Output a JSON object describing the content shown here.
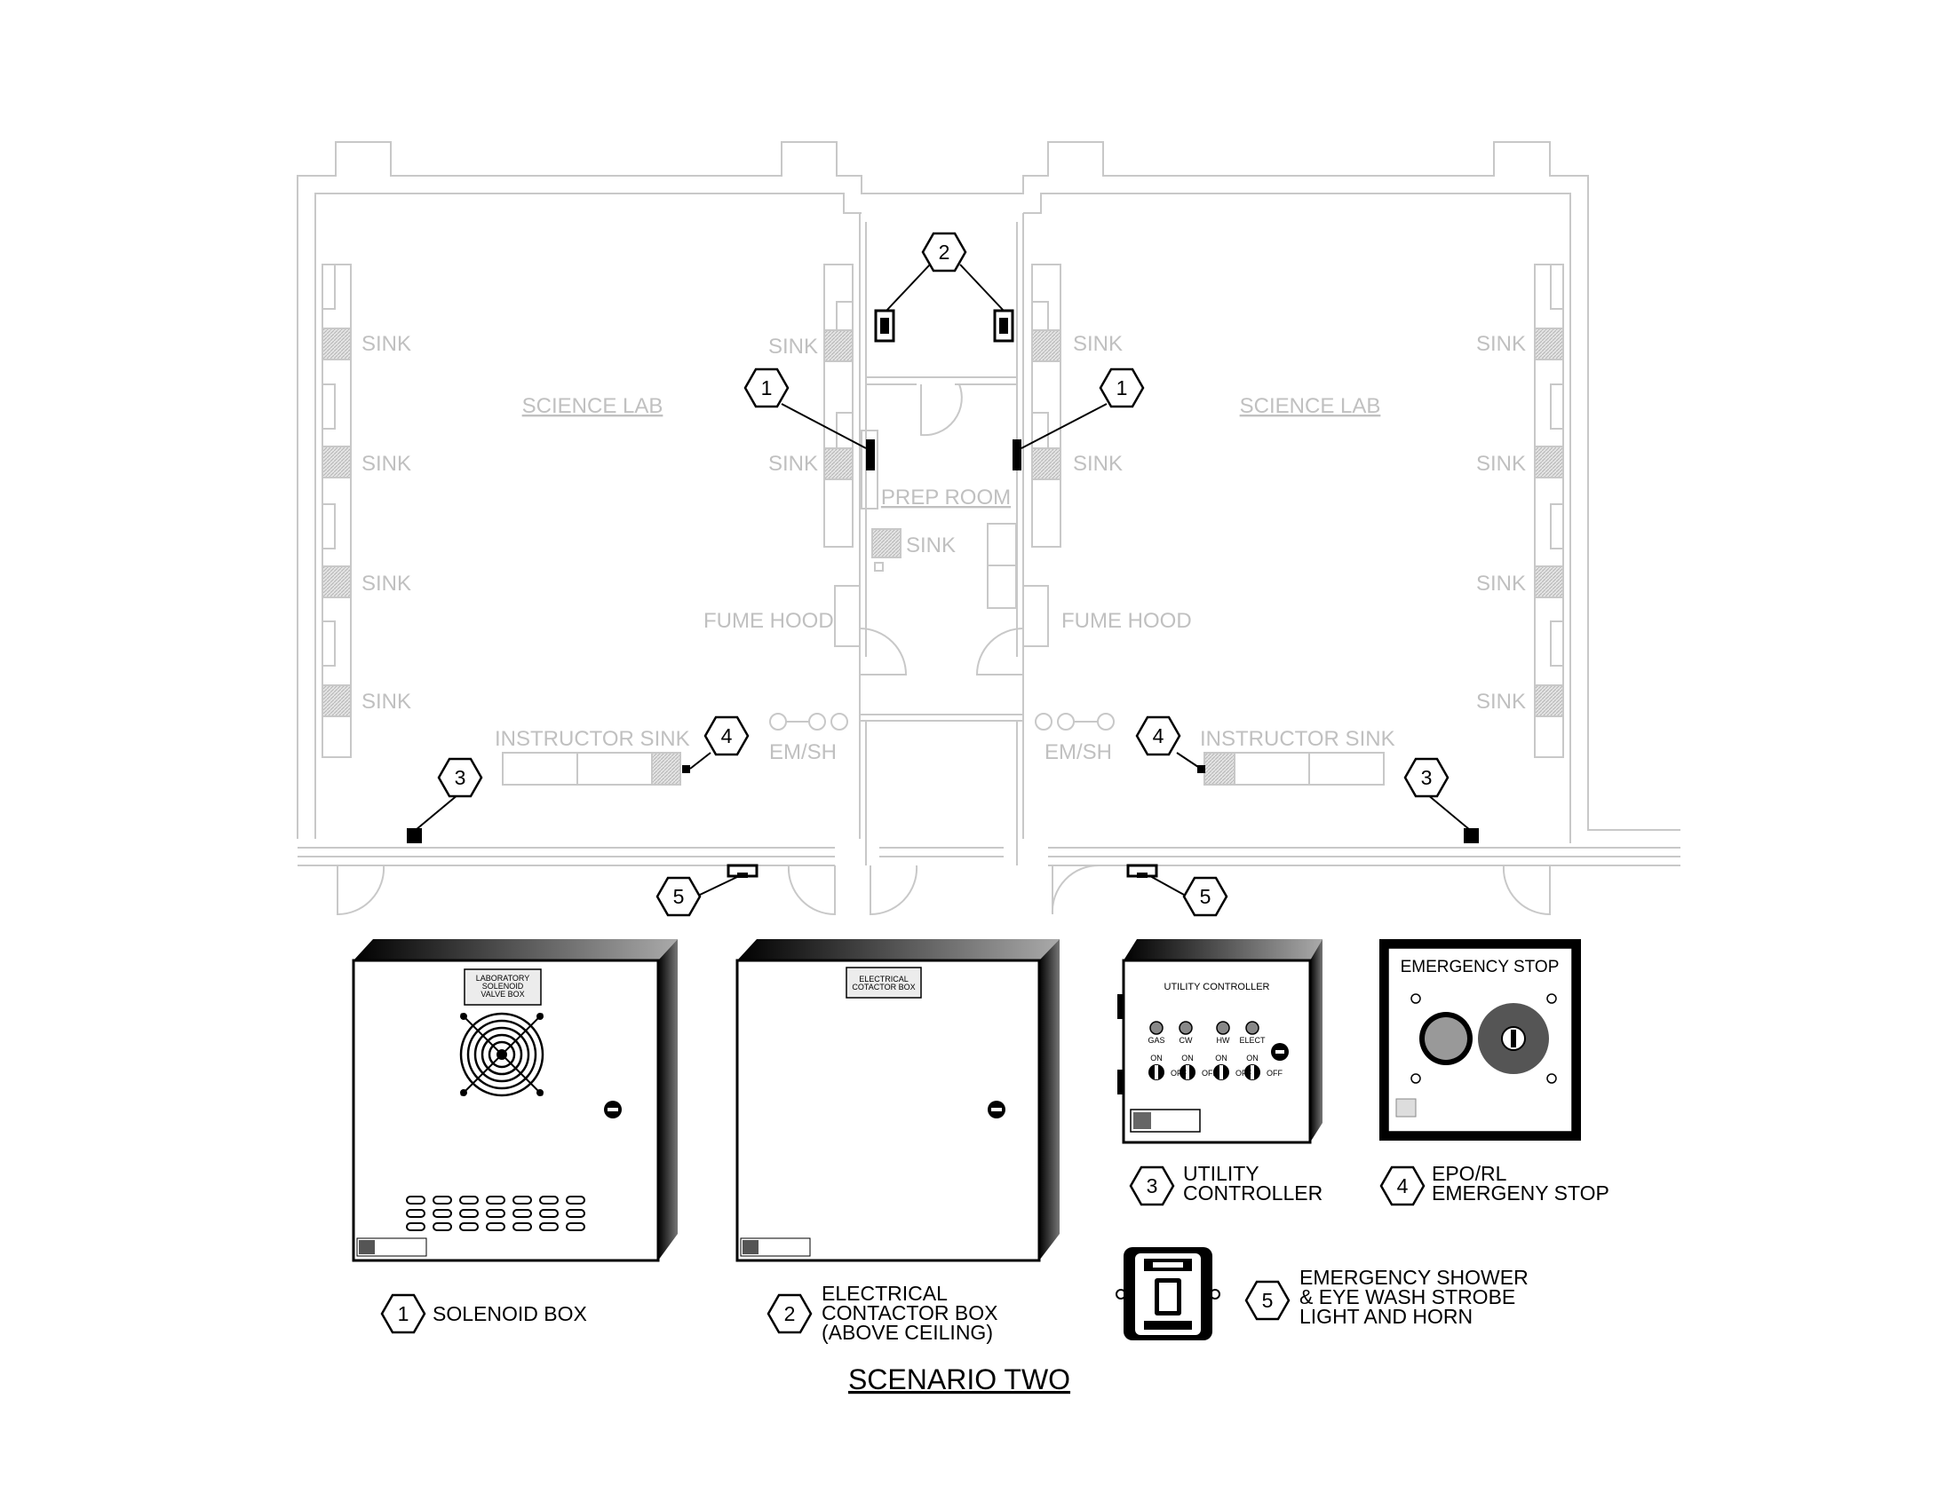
{
  "title": "SCENARIO TWO",
  "rooms": {
    "science_lab_left": "SCIENCE LAB",
    "science_lab_right": "SCIENCE LAB",
    "prep_room": "PREP ROOM"
  },
  "fixtures": {
    "sink": "SINK",
    "fume_hood": "FUME HOOD",
    "instructor_sink": "INSTRUCTOR SINK",
    "emsh": "EM/SH"
  },
  "tags": {
    "t1": "1",
    "t2": "2",
    "t3": "3",
    "t4": "4",
    "t5": "5"
  },
  "legend": {
    "solenoid": "SOLENOID BOX",
    "contactor_l1": "ELECTRICAL",
    "contactor_l2": "CONTACTOR BOX",
    "contactor_l3": "(ABOVE CEILING)",
    "utility_l1": "UTILITY",
    "utility_l2": "CONTROLLER",
    "epo_l1": "EPO/RL",
    "epo_l2": "EMERGENY STOP",
    "strobe_l1": "EMERGENCY SHOWER",
    "strobe_l2": "& EYE WASH STROBE",
    "strobe_l3": "LIGHT AND HORN"
  },
  "devices": {
    "solenoid_plate_l1": "LABORATORY",
    "solenoid_plate_l2": "SOLENOID",
    "solenoid_plate_l3": "VALVE BOX",
    "contactor_plate_l1": "ELECTRICAL",
    "contactor_plate_l2": "COTACTOR BOX",
    "utility_panel_title": "UTILITY CONTROLLER",
    "utility_lamps": [
      "GAS",
      "CW",
      "HW",
      "ELECT"
    ],
    "utility_switch_on": "ON",
    "utility_switch_off": "OFF",
    "epo_title": "EMERGENCY STOP"
  }
}
